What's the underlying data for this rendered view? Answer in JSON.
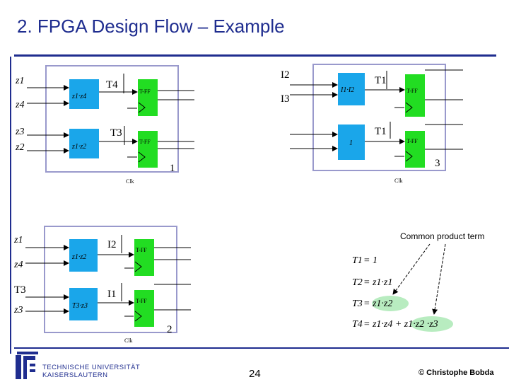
{
  "slide": {
    "title": "2. FPGA Design Flow – Example",
    "page_number": "24",
    "copyright": "© Christophe Bobda",
    "university_line1": "TECHNISCHE UNIVERSITÄT",
    "university_line2": "KAISERSLAUTERN"
  },
  "diagram1": {
    "number": "1",
    "clock": "Clk",
    "inputs": [
      "z1",
      "z4",
      "z3",
      "z2"
    ],
    "outputs": [
      "T4",
      "T3"
    ],
    "block_top": "z1·z4",
    "block_bottom": "z1·z2",
    "ff_top": "T-FF",
    "ff_bottom": "T-FF"
  },
  "diagram2": {
    "number": "2",
    "clock": "Clk",
    "inputs": [
      "z1",
      "z4",
      "T3",
      "z3"
    ],
    "outputs": [
      "I2",
      "I1"
    ],
    "block_top": "z1·z2",
    "block_bottom": "T3·z3",
    "ff_top": "T-FF",
    "ff_bottom": "T-FF"
  },
  "diagram3": {
    "number": "3",
    "clock": "Clk",
    "inputs": [
      "I2",
      "I3"
    ],
    "outputs": [
      "T1",
      "T1"
    ],
    "block_top": "I1·I2",
    "block_bottom": "1",
    "ff_top": "T-FF",
    "ff_bottom": "T-FF"
  },
  "equations": {
    "annotation": "Common product term",
    "lines": [
      {
        "lhs": "T1",
        "rhs": "= 1"
      },
      {
        "lhs": "T2",
        "rhs": "= z1·z1"
      },
      {
        "lhs": "T3",
        "rhs": "= z1·z2"
      },
      {
        "lhs": "T4",
        "rhs": "= z1·z4 + z1·z2 ·z3"
      }
    ]
  },
  "colors": {
    "title": "#1f2d8f",
    "logic_block": "#1aa6ea",
    "flip_flop": "#22dd22",
    "highlight": "#b8ecc0",
    "frame": "#9999cc"
  }
}
